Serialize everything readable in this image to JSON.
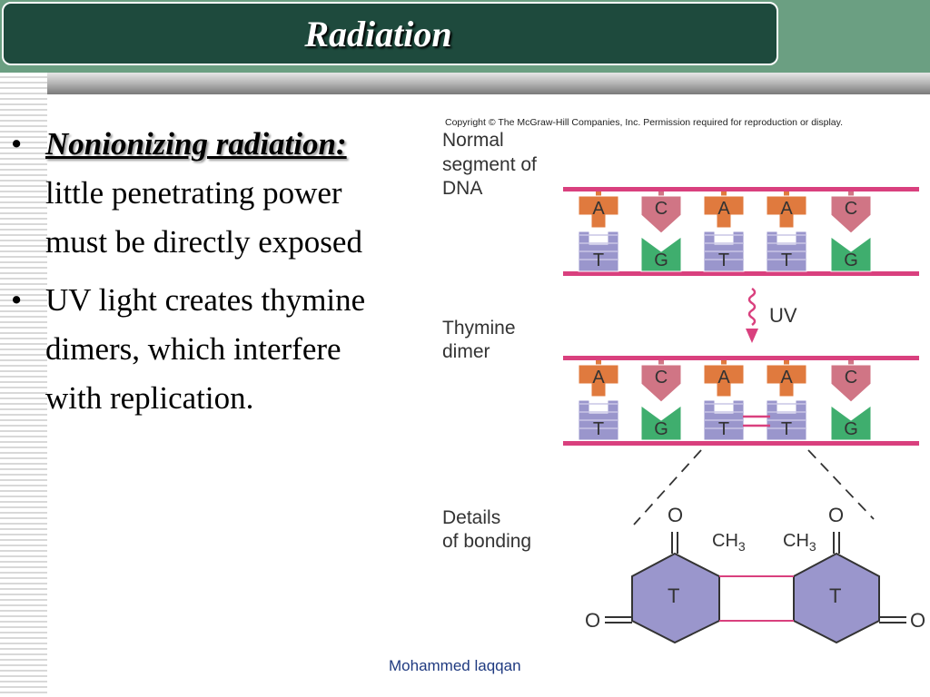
{
  "slide": {
    "title": "Radiation",
    "bullets": [
      {
        "term": "Nonionizing radiation: ",
        "text": "little penetrating power must be directly exposed"
      },
      {
        "text": "UV light creates thymine dimers, which interfere with replication."
      }
    ],
    "footer": "Mohammed laqqan"
  },
  "figure": {
    "copyright": "Copyright © The McGraw-Hill Companies, Inc. Permission required for reproduction or display.",
    "label_normal": [
      "Normal",
      "segment of",
      "DNA"
    ],
    "label_dimer": [
      "Thymine",
      "dimer"
    ],
    "label_details": [
      "Details",
      "of bonding"
    ],
    "uv_label": "UV",
    "top_bases": [
      "A",
      "C",
      "A",
      "A",
      "C"
    ],
    "bottom_bases": [
      "T",
      "G",
      "T",
      "T",
      "G"
    ],
    "ring_label": "T",
    "oxygen": "O",
    "methyl": "CH",
    "methyl_sub": "3",
    "colors": {
      "A": "#e07a3e",
      "C": "#d07585",
      "T": "#9a96cc",
      "G": "#3fae6e",
      "backbone": "#d9407e",
      "accent": "#1e4a3d"
    }
  }
}
